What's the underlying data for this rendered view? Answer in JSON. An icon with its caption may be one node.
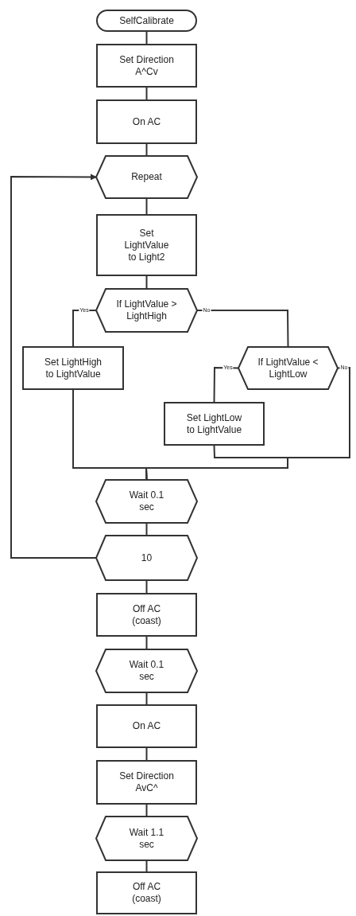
{
  "diagram": {
    "nodes": [
      {
        "text": [
          "SelfCalibrate"
        ]
      },
      {
        "text": [
          "Set Direction A^Cv"
        ]
      },
      {
        "text": [
          "On AC"
        ]
      },
      {
        "text": [
          "Repeat"
        ]
      },
      {
        "text": [
          "Set LightValue to Light2"
        ]
      },
      {
        "text": [
          "If LightValue > LightHigh"
        ]
      },
      {
        "text": [
          "Set LightHigh to LightValue"
        ]
      },
      {
        "text": [
          "If LightValue < LightLow"
        ]
      },
      {
        "text": [
          "Set LightLow to LightValue"
        ]
      },
      {
        "text": [
          "Wait 0.1 sec"
        ]
      },
      {
        "text": [
          "10"
        ]
      },
      {
        "text": [
          "Off AC (coast)"
        ]
      },
      {
        "text": [
          "Wait 0.1 sec"
        ]
      },
      {
        "text": [
          "On AC"
        ]
      },
      {
        "text": [
          "Set Direction AvC^"
        ]
      },
      {
        "text": [
          "Wait 1.1 sec"
        ]
      },
      {
        "text": [
          "Off AC (coast)"
        ]
      }
    ],
    "edges": [
      {
        "from": 0,
        "to": 1,
        "arrow": "none"
      },
      {
        "from": 1,
        "to": 2,
        "arrow": "none"
      },
      {
        "from": 2,
        "to": 3,
        "arrow": "none"
      },
      {
        "from": 3,
        "to": 4,
        "arrow": "none"
      },
      {
        "from": 4,
        "to": 5,
        "arrow": "none"
      },
      {
        "from": 5,
        "to": 6,
        "arrow": "none",
        "label": "Yes"
      },
      {
        "from": 5,
        "to": 7,
        "arrow": "none",
        "label": "No"
      },
      {
        "from": 7,
        "to": 8,
        "arrow": "none",
        "label": "Yes"
      },
      {
        "from": 7,
        "to": 9,
        "arrow": "none",
        "label": "No"
      },
      {
        "from": 8,
        "to": 9,
        "arrow": "none"
      },
      {
        "from": 6,
        "to": 9,
        "arrow": "none"
      },
      {
        "from": 9,
        "to": 10,
        "arrow": "none"
      },
      {
        "from": 10,
        "to": 3,
        "arrow": "to"
      },
      {
        "from": 10,
        "to": 11,
        "arrow": "none"
      },
      {
        "from": 11,
        "to": 12,
        "arrow": "none"
      },
      {
        "from": 12,
        "to": 13,
        "arrow": "none"
      },
      {
        "from": 13,
        "to": 14,
        "arrow": "none"
      },
      {
        "from": 14,
        "to": 15,
        "arrow": "none"
      },
      {
        "from": 15,
        "to": 16,
        "arrow": "none"
      }
    ]
  }
}
